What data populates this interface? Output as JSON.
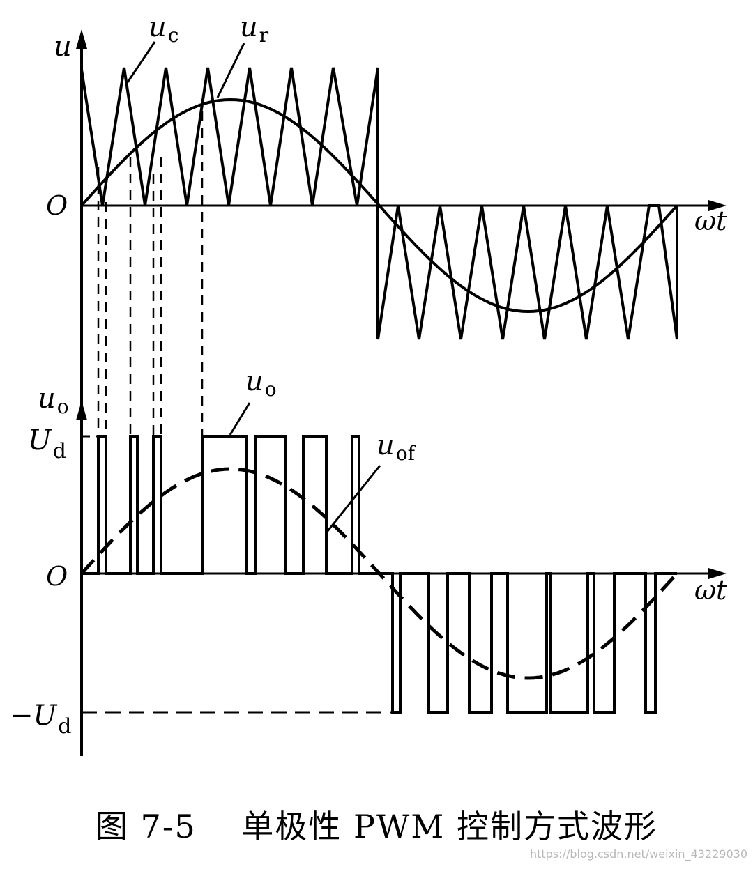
{
  "figure": {
    "caption": "图 7-5　 单极性 PWM 控制方式波形",
    "watermark": "https://blog.csdn.net/weixin_43229030"
  },
  "top_plot": {
    "y_axis_label": "u",
    "origin_label": "O",
    "x_axis_label": "ωt",
    "carrier_label_main": "u",
    "carrier_label_sub": "c",
    "reference_label_main": "u",
    "reference_label_sub": "r"
  },
  "bottom_plot": {
    "y_axis_label_main": "u",
    "y_axis_label_sub": "o",
    "origin_label": "O",
    "x_axis_label": "ωt",
    "pos_level_main": "U",
    "pos_level_sub": "d",
    "neg_level_main": "−U",
    "neg_level_sub": "d",
    "pulse_label_main": "u",
    "pulse_label_sub": "o",
    "fundamental_label_main": "u",
    "fundamental_label_sub": "of"
  },
  "colors": {
    "ink": "#000000",
    "background": "#ffffff",
    "watermark": "#b8b8b8"
  }
}
